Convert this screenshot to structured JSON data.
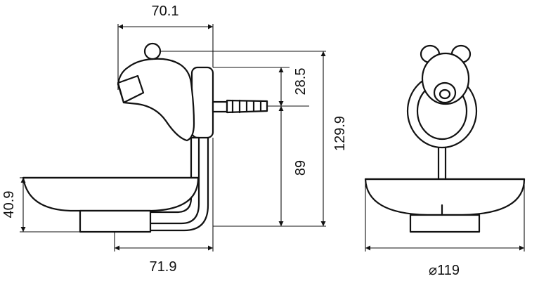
{
  "dimensions": {
    "top_width": "70.1",
    "bottom_width": "71.9",
    "left_height": "40.9",
    "wall_offset": "28.5",
    "center_to_base": "89",
    "total_height": "129.9",
    "diameter_symbol": "⌀",
    "diameter_value": "119"
  },
  "colors": {
    "line": "#111111",
    "background": "#ffffff"
  }
}
